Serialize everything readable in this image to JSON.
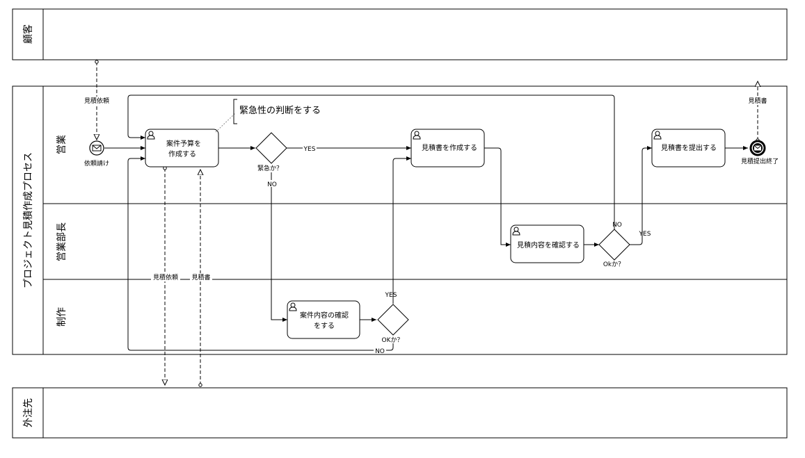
{
  "pools": {
    "customer": "顧客",
    "main": "プロジェクト見積作成プロセス",
    "vendor": "外注先"
  },
  "lanes": {
    "sales": "営業",
    "sales_manager": "営業部長",
    "production": "制作"
  },
  "events": {
    "start": "依頼請け",
    "end": "見積提出終了"
  },
  "tasks": {
    "budget_line1": "案件予算を",
    "budget_line2": "作成する",
    "create_quote": "見積書を作成する",
    "submit_quote": "見積書を提出する",
    "confirm_quote": "見積内容を確認する",
    "confirm_case_line1": "案件内容の確認",
    "confirm_case_line2": "をする"
  },
  "gateways": {
    "urgent": "緊急か？",
    "ok_manager": "Okか？",
    "ok_production": "OKか？"
  },
  "flow_labels": {
    "yes": "YES",
    "no": "NO"
  },
  "messages": {
    "request_in": "見積依頼",
    "quote_out": "見積書",
    "vendor_request": "見積依頼",
    "vendor_quote": "見積書"
  },
  "annotation": "緊急性の判断をする"
}
